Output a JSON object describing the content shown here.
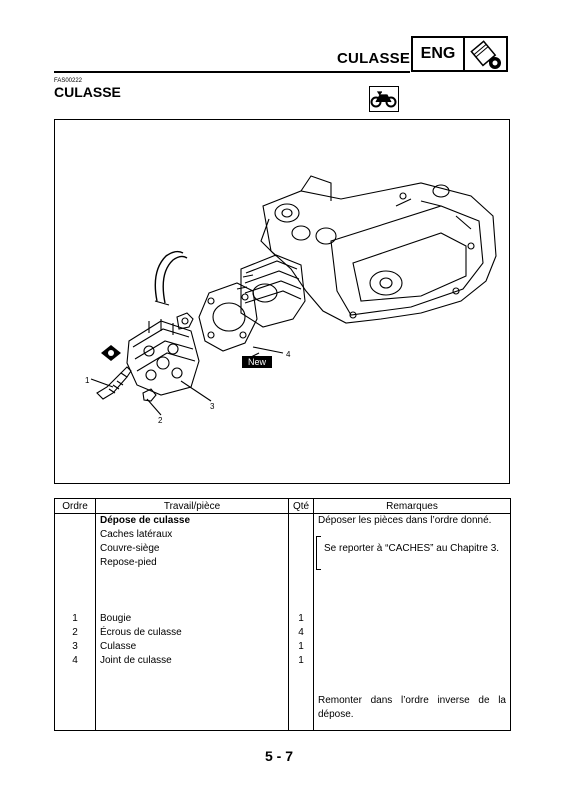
{
  "header": {
    "title": "CULASSE",
    "badge": "ENG",
    "icon": "engine-piston-icon"
  },
  "section": {
    "code": "FAS00222",
    "title": "CULASSE",
    "icon": "motorcycle-icon"
  },
  "figure": {
    "callouts": [
      "1",
      "2",
      "3",
      "4"
    ],
    "new_label": "New"
  },
  "table": {
    "headers": {
      "order": "Ordre",
      "work": "Travail/pièce",
      "qty": "Qté",
      "remarks": "Remarques"
    },
    "rows": [
      {
        "order": "",
        "work": "Dépose de culasse",
        "qty": "",
        "remarks": "Déposer les pièces dans l’ordre donné.",
        "bold": true
      },
      {
        "order": "",
        "work": "Caches latéraux",
        "qty": "",
        "remarks": ""
      },
      {
        "order": "",
        "work": "Couvre-siège",
        "qty": "",
        "remarks": "Se reporter à “CACHES” au Chapitre 3."
      },
      {
        "order": "",
        "work": "Repose-pied",
        "qty": "",
        "remarks": ""
      },
      {
        "order": "1",
        "work": "Bougie",
        "qty": "1",
        "remarks": ""
      },
      {
        "order": "2",
        "work": "Écrous de culasse",
        "qty": "4",
        "remarks": ""
      },
      {
        "order": "3",
        "work": "Culasse",
        "qty": "1",
        "remarks": ""
      },
      {
        "order": "4",
        "work": "Joint de culasse",
        "qty": "1",
        "remarks": ""
      }
    ],
    "footer_remark": "Remonter dans l’ordre inverse de la dépose."
  },
  "page_number": "5 - 7"
}
